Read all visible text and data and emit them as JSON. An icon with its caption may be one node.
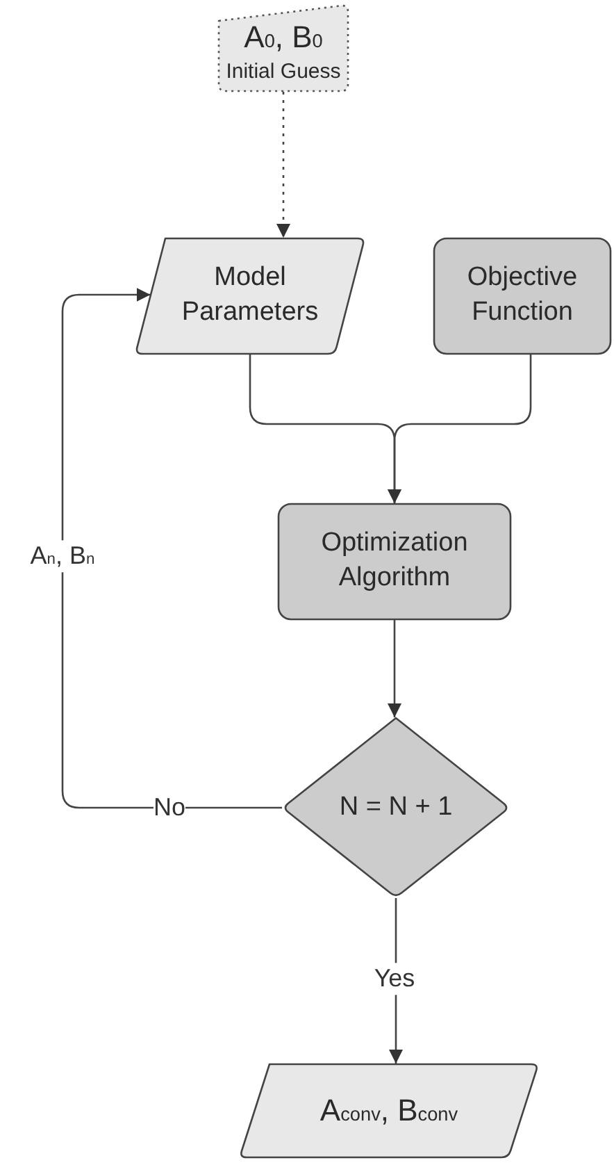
{
  "diagram": {
    "nodes": [
      {
        "text": [
          "A$_{0}$, B$_{0}$",
          "Initial Guess"
        ]
      },
      {
        "text": [
          "Model Parameters"
        ]
      },
      {
        "text": [
          "Objective Function"
        ]
      },
      {
        "text": [
          "Optimization Algorithm"
        ]
      },
      {
        "text": [
          "N = N + 1"
        ]
      },
      {
        "text": [
          "A$_{conv}$, B$_{conv}$"
        ]
      }
    ],
    "edges": [
      {
        "from": 0,
        "to": 1,
        "arrow": "to",
        "style": "dashed"
      },
      {
        "from": 1,
        "to": 3,
        "arrow": "to"
      },
      {
        "from": 2,
        "to": 3,
        "arrow": "to"
      },
      {
        "from": 3,
        "to": 4,
        "arrow": "to"
      },
      {
        "from": 4,
        "to": 1,
        "arrow": "to",
        "label": "No"
      },
      {
        "from": 4,
        "to": 5,
        "arrow": "to",
        "label": "Yes"
      }
    ],
    "labels": [
      "A$_{n}$, B$_{n}$"
    ]
  }
}
